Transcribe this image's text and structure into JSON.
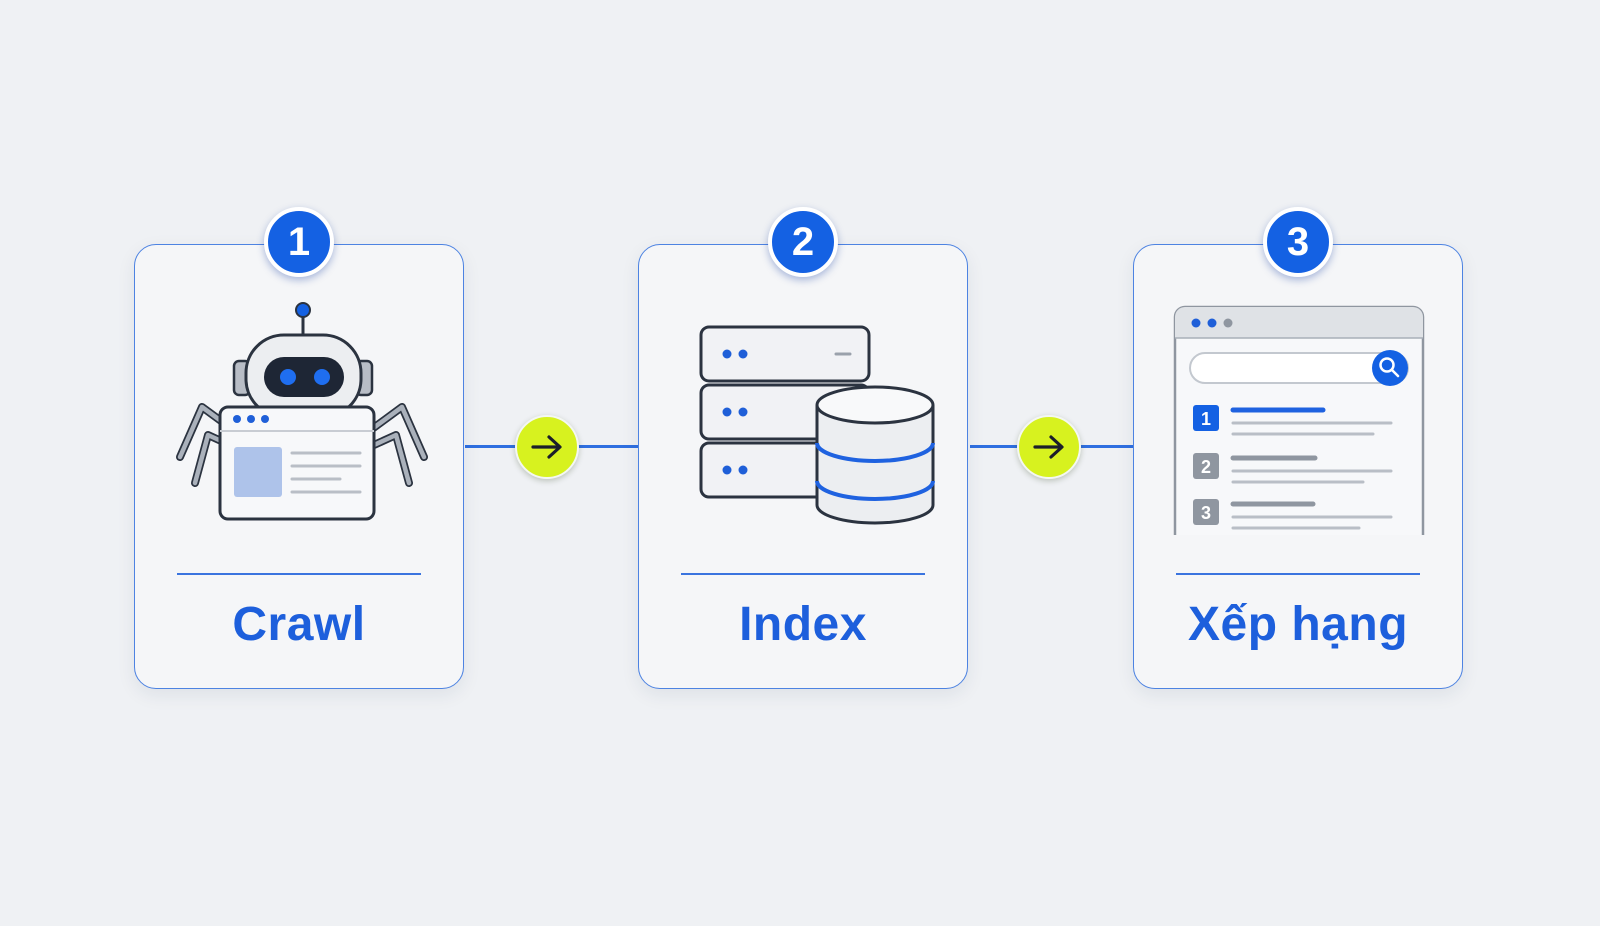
{
  "steps": [
    {
      "number": "1",
      "label": "Crawl"
    },
    {
      "number": "2",
      "label": "Index"
    },
    {
      "number": "3",
      "label": "Xếp hạng"
    }
  ],
  "ranking_list": [
    "1",
    "2",
    "3"
  ],
  "colors": {
    "primary_blue": "#1461e3",
    "label_blue": "#1d5fdc",
    "arrow_lime": "#d7f21f",
    "card_border": "#4d83e2",
    "background": "#eff1f4"
  }
}
